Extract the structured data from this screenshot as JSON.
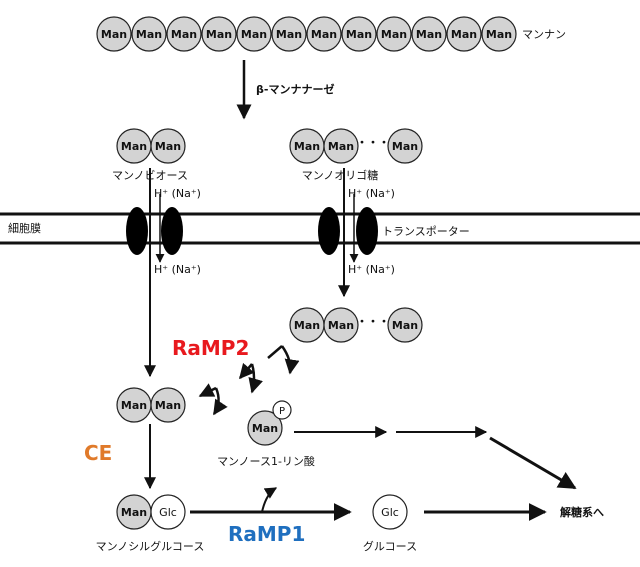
{
  "labels": {
    "man": "Man",
    "glc": "Glc",
    "p": "P",
    "dots": "・・・",
    "mannan": "マンナン",
    "enzyme": "β-マンナナーゼ",
    "mannobiose": "マンノビオース",
    "manno_oligo": "マンノオリゴ糖",
    "h_na_1": "H⁺ (Na⁺)",
    "h_na_2": "H⁺ (Na⁺)",
    "h_na_3": "H⁺ (Na⁺)",
    "h_na_4": "H⁺ (Na⁺)",
    "membrane": "細胞膜",
    "transporter": "トランスポーター",
    "ramp2": "RaMP2",
    "ce": "CE",
    "ramp1": "RaMP1",
    "mannose_1p": "マンノース1-リン酸",
    "mannosyl_glucose": "マンノシルグルコース",
    "glucose": "グルコース",
    "glycolysis": "解糖系へ"
  },
  "colors": {
    "ramp2": "#e8191e",
    "ce": "#e07a2a",
    "ramp1": "#1f6fbf",
    "mannose": "#d3d3d3"
  },
  "mannan_units": 12
}
